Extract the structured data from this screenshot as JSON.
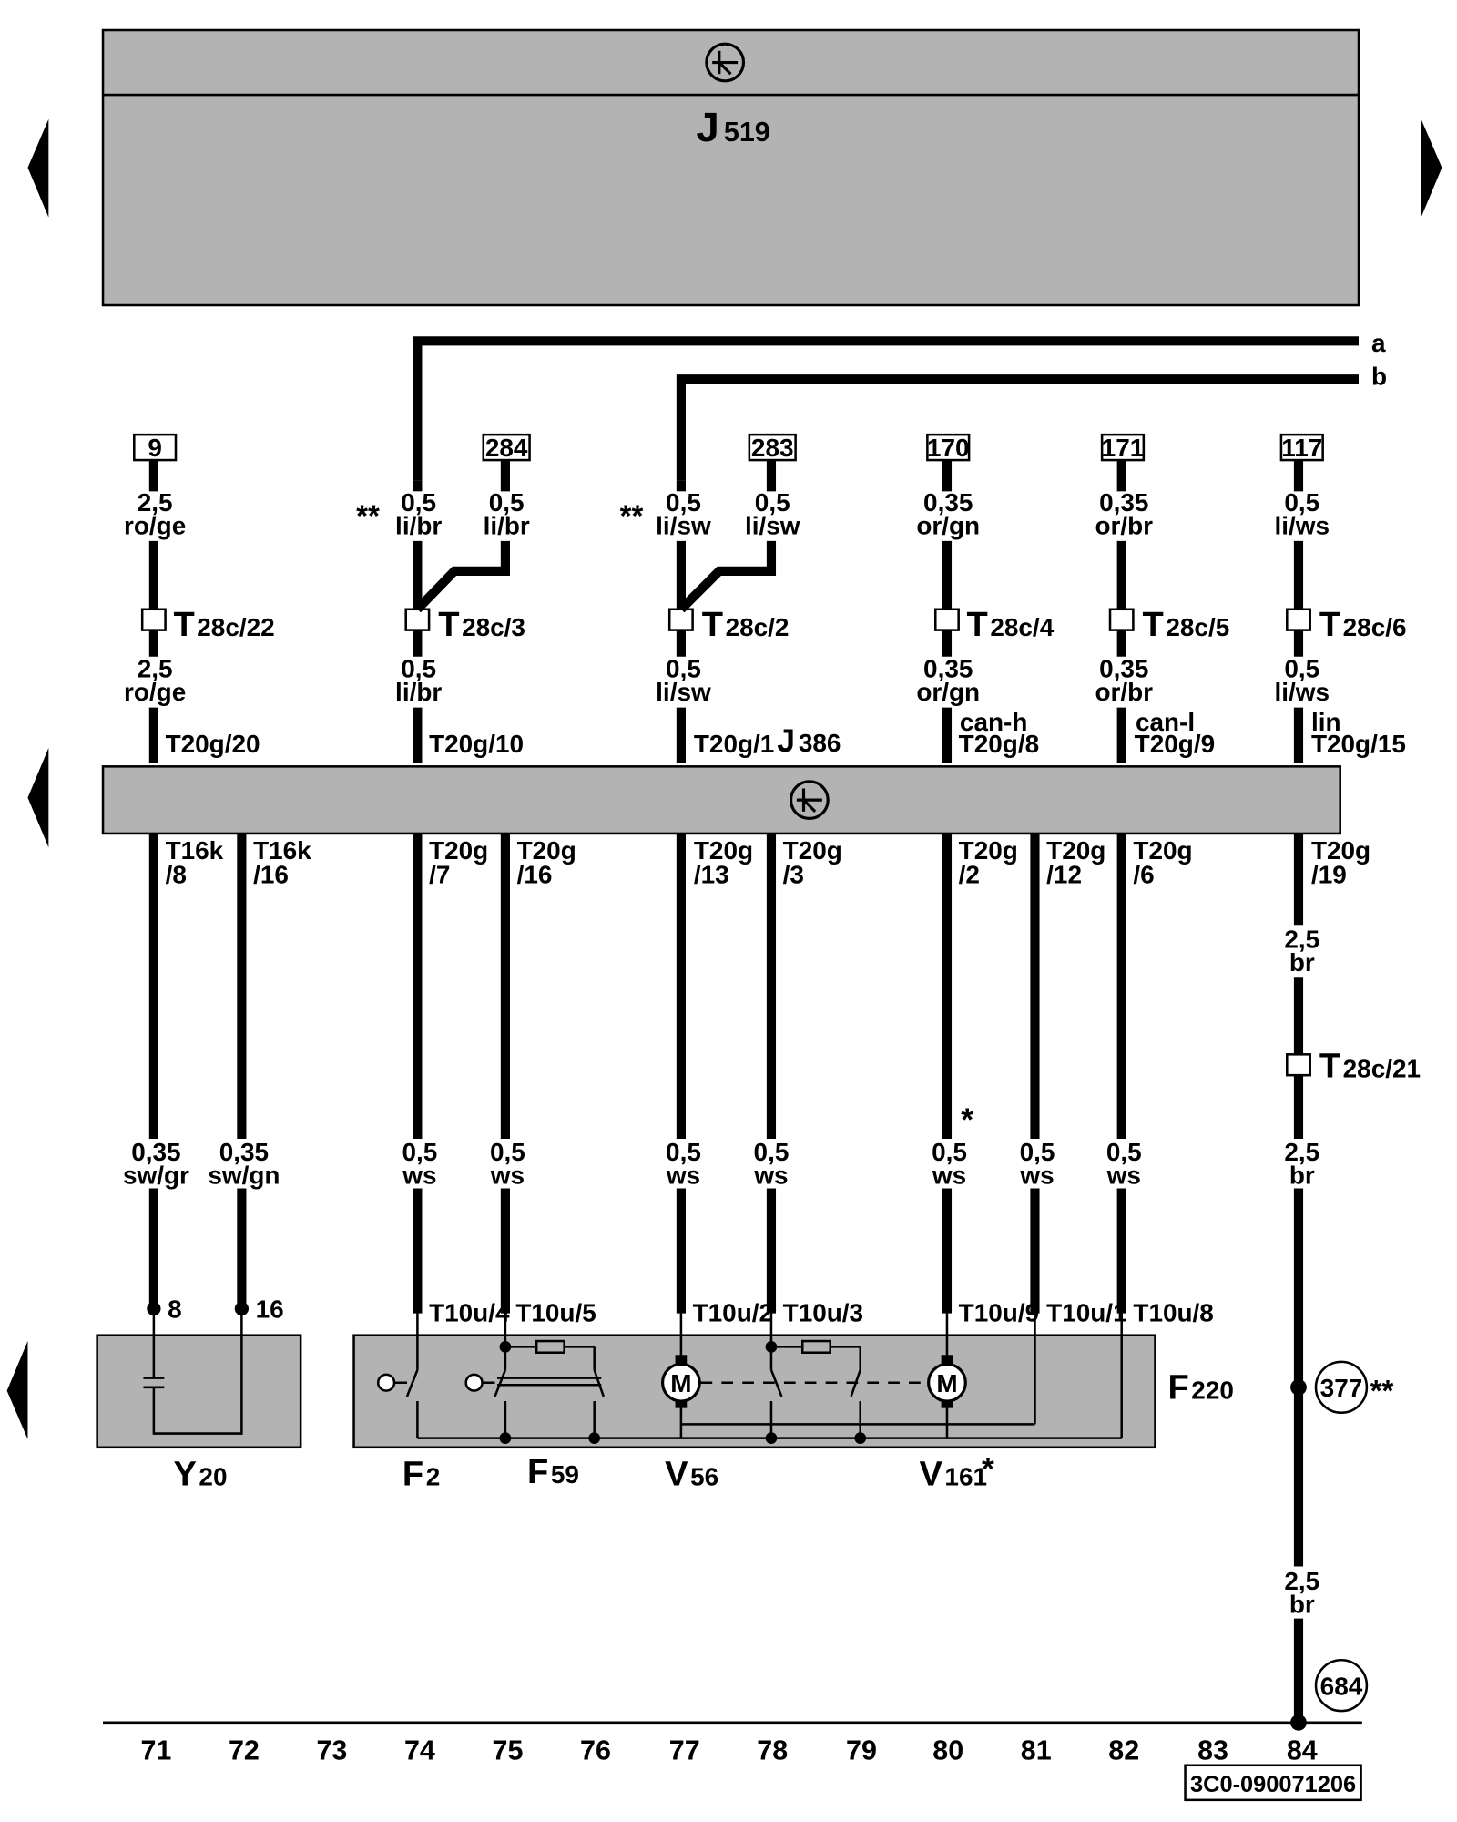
{
  "modules": {
    "top": {
      "name_main": "J",
      "name_sub": "519"
    },
    "middle": {
      "name_main": "J",
      "name_sub": "386"
    }
  },
  "lines": {
    "a": "a",
    "b": "b"
  },
  "marks": {
    "dstar": "**",
    "star": "*"
  },
  "wires": [
    {
      "ref": "9",
      "top_size": "2,5",
      "top_color": "ro/ge",
      "conn_main": "T",
      "conn_sub": "28c/22",
      "mid_size": "2,5",
      "mid_color": "ro/ge",
      "mod_pin": "T20g/20"
    },
    {
      "ref": "",
      "top_size": "0,5",
      "top_color": "li/br",
      "conn_main": "T",
      "conn_sub": "28c/3",
      "mid_size": "0,5",
      "mid_color": "li/br",
      "mod_pin": "T20g/10"
    },
    {
      "ref": "284",
      "top_size": "0,5",
      "top_color": "li/br"
    },
    {
      "ref": "",
      "top_size": "0,5",
      "top_color": "li/sw",
      "conn_main": "T",
      "conn_sub": "28c/2",
      "mid_size": "0,5",
      "mid_color": "li/sw",
      "mod_pin": "T20g/1"
    },
    {
      "ref": "283",
      "top_size": "0,5",
      "top_color": "li/sw"
    },
    {
      "ref": "170",
      "top_size": "0,35",
      "top_color": "or/gn",
      "conn_main": "T",
      "conn_sub": "28c/4",
      "mid_size": "0,35",
      "mid_color": "or/gn",
      "bus": "can-h",
      "mod_pin": "T20g/8"
    },
    {
      "ref": "171",
      "top_size": "0,35",
      "top_color": "or/br",
      "conn_main": "T",
      "conn_sub": "28c/5",
      "mid_size": "0,35",
      "mid_color": "or/br",
      "bus": "can-l",
      "mod_pin": "T20g/9"
    },
    {
      "ref": "117",
      "top_size": "0,5",
      "top_color": "li/ws",
      "conn_main": "T",
      "conn_sub": "28c/6",
      "mid_size": "0,5",
      "mid_color": "li/ws",
      "bus": "lin",
      "mod_pin": "T20g/15"
    }
  ],
  "lower_wires": [
    {
      "pin_a": "T16k",
      "pin_b": "/8",
      "size": "0,35",
      "color": "sw/gr",
      "end_pin": "8"
    },
    {
      "pin_a": "T16k",
      "pin_b": "/16",
      "size": "0,35",
      "color": "sw/gn",
      "end_pin": "16"
    },
    {
      "pin_a": "T20g",
      "pin_b": "/7",
      "size": "0,5",
      "color": "ws",
      "end_pin": "T10u/4"
    },
    {
      "pin_a": "T20g",
      "pin_b": "/16",
      "size": "0,5",
      "color": "ws",
      "end_pin": "T10u/5"
    },
    {
      "pin_a": "T20g",
      "pin_b": "/13",
      "size": "0,5",
      "color": "ws",
      "end_pin": "T10u/2"
    },
    {
      "pin_a": "T20g",
      "pin_b": "/3",
      "size": "0,5",
      "color": "ws",
      "end_pin": "T10u/3"
    },
    {
      "pin_a": "T20g",
      "pin_b": "/2",
      "size": "0,5",
      "color": "ws",
      "end_pin": "T10u/9"
    },
    {
      "pin_a": "T20g",
      "pin_b": "/12",
      "size": "0,5",
      "color": "ws",
      "end_pin": "T10u/1"
    },
    {
      "pin_a": "T20g",
      "pin_b": "/6",
      "size": "0,5",
      "color": "ws",
      "end_pin": "T10u/8"
    }
  ],
  "ground_wire": {
    "pin_a": "T20g",
    "pin_b": "/19",
    "size1": "2,5",
    "color1": "br",
    "conn_main": "T",
    "conn_sub": "28c/21",
    "size2": "2,5",
    "color2": "br",
    "ref_377": "377",
    "size3": "2,5",
    "color3": "br",
    "ref_684": "684"
  },
  "components": [
    {
      "main": "Y",
      "sub": "20"
    },
    {
      "main": "F",
      "sub": "2"
    },
    {
      "main": "F",
      "sub": "59"
    },
    {
      "main": "V",
      "sub": "56"
    },
    {
      "main": "V",
      "sub": "161"
    },
    {
      "main": "F",
      "sub": "220"
    }
  ],
  "motor_label": "M",
  "columns": [
    "71",
    "72",
    "73",
    "74",
    "75",
    "76",
    "77",
    "78",
    "79",
    "80",
    "81",
    "82",
    "83",
    "84"
  ],
  "diagram_code": "3C0-090071206"
}
